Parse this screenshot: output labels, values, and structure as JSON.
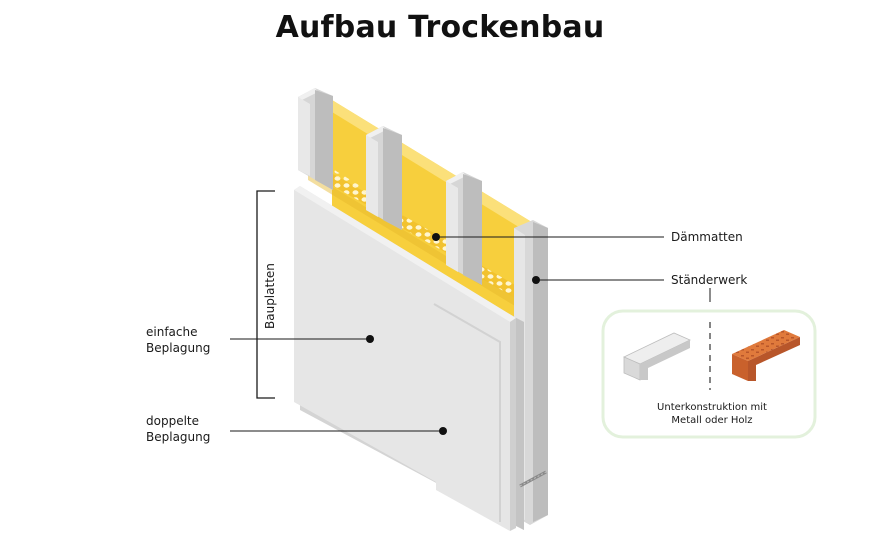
{
  "title": "Aufbau Trockenbau",
  "labels": {
    "insulation": "Dämmatten",
    "studs": "Ständerwerk",
    "boards": "Bauplatten",
    "single_lining_1": "einfache",
    "single_lining_2": "Beplagung",
    "double_lining_1": "doppelte",
    "double_lining_2": "Beplagung",
    "substructure_1": "Unterkonstruktion mit",
    "substructure_2": "Metall oder Holz"
  },
  "colors": {
    "insulation": "#f7cf3d",
    "insulation_dark": "#e5b52b",
    "board": "#e3e3e3",
    "board_edge": "#c9c9c9",
    "stud": "#d9d9d9",
    "wood": "#e07a3c",
    "panel_border": "#e3f1dc"
  },
  "icons": {
    "metal_profile": "metal-profile-icon",
    "wood_profile": "wood-profile-icon"
  }
}
